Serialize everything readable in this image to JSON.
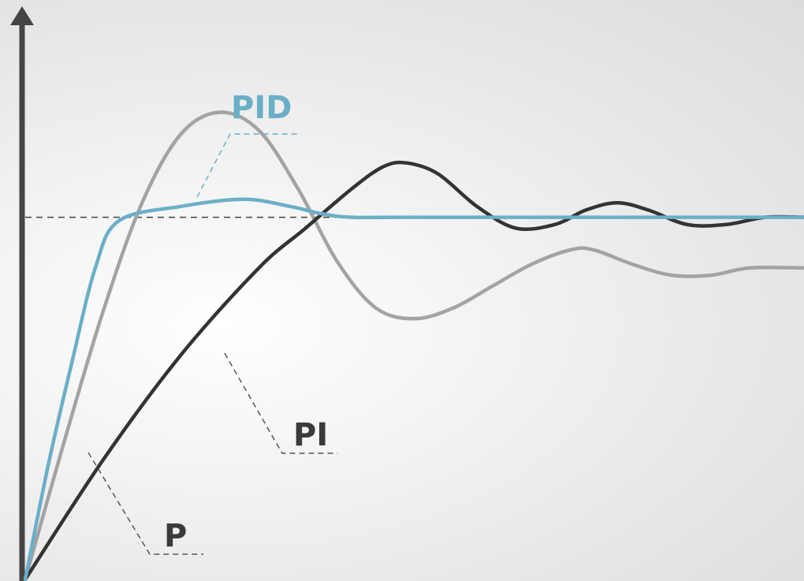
{
  "chart_data": {
    "type": "line",
    "title": "",
    "xlabel": "",
    "ylabel": "",
    "grid": false,
    "setpoint": 1.0,
    "xlim": [
      0,
      100
    ],
    "ylim": [
      0,
      1.6
    ],
    "series": [
      {
        "name": "P",
        "color": "#a3a3a3",
        "points": [
          [
            0,
            0
          ],
          [
            5,
            0.38
          ],
          [
            10,
            0.74
          ],
          [
            15,
            1.04
          ],
          [
            20,
            1.23
          ],
          [
            25,
            1.29
          ],
          [
            30,
            1.24
          ],
          [
            35,
            1.08
          ],
          [
            40,
            0.88
          ],
          [
            45,
            0.75
          ],
          [
            50,
            0.72
          ],
          [
            55,
            0.75
          ],
          [
            60,
            0.81
          ],
          [
            65,
            0.87
          ],
          [
            70,
            0.91
          ],
          [
            73,
            0.91
          ],
          [
            78,
            0.87
          ],
          [
            83,
            0.84
          ],
          [
            88,
            0.84
          ],
          [
            93,
            0.86
          ],
          [
            100,
            0.86
          ]
        ]
      },
      {
        "name": "PI",
        "color": "#333333",
        "points": [
          [
            0,
            0
          ],
          [
            10,
            0.33
          ],
          [
            20,
            0.62
          ],
          [
            30,
            0.86
          ],
          [
            36,
            0.97
          ],
          [
            42,
            1.08
          ],
          [
            46,
            1.14
          ],
          [
            49,
            1.15
          ],
          [
            53,
            1.12
          ],
          [
            58,
            1.03
          ],
          [
            63,
            0.97
          ],
          [
            68,
            0.98
          ],
          [
            72,
            1.02
          ],
          [
            76,
            1.04
          ],
          [
            80,
            1.02
          ],
          [
            85,
            0.98
          ],
          [
            90,
            0.98
          ],
          [
            95,
            1.0
          ],
          [
            100,
            1.0
          ]
        ]
      },
      {
        "name": "PID",
        "color": "#6aafc7",
        "points": [
          [
            0,
            0
          ],
          [
            3,
            0.32
          ],
          [
            6,
            0.6
          ],
          [
            9,
            0.86
          ],
          [
            12,
            0.99
          ],
          [
            20,
            1.03
          ],
          [
            28,
            1.05
          ],
          [
            34,
            1.03
          ],
          [
            38,
            1.01
          ],
          [
            42,
            1.0
          ],
          [
            50,
            1.0
          ],
          [
            100,
            1.0
          ]
        ]
      }
    ]
  }
}
